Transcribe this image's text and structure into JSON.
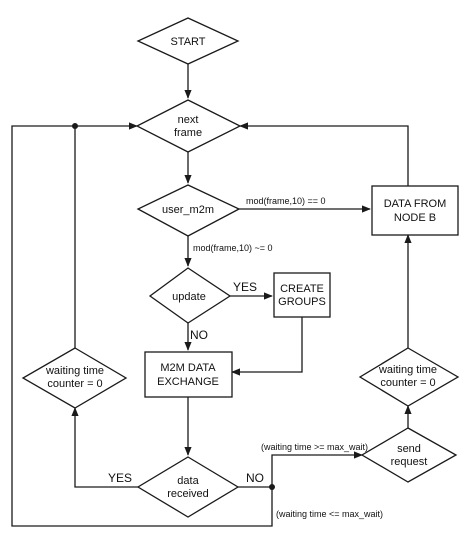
{
  "nodes": {
    "start": "START",
    "next_frame": [
      "next",
      "frame"
    ],
    "user_m2m": "user_m2m",
    "update": "update",
    "create_groups": [
      "CREATE",
      "GROUPS"
    ],
    "m2m_exchange": [
      "M2M DATA",
      "EXCHANGE"
    ],
    "data_received": [
      "data",
      "received"
    ],
    "wait_left": [
      "waiting time",
      "counter = 0"
    ],
    "wait_right": [
      "waiting time",
      "counter = 0"
    ],
    "send_request": [
      "send",
      "request"
    ],
    "data_from_node_b": [
      "DATA FROM",
      "NODE B"
    ]
  },
  "edges": {
    "mod_eq0": "mod(frame,10) == 0",
    "mod_neq0": "mod(frame,10) ~= 0",
    "yes_update": "YES",
    "no_update": "NO",
    "yes_received": "YES",
    "no_received": "NO",
    "wait_ge_max": "(waiting time >= max_wait)",
    "wait_le_max": "(waiting time <= max_wait)"
  }
}
